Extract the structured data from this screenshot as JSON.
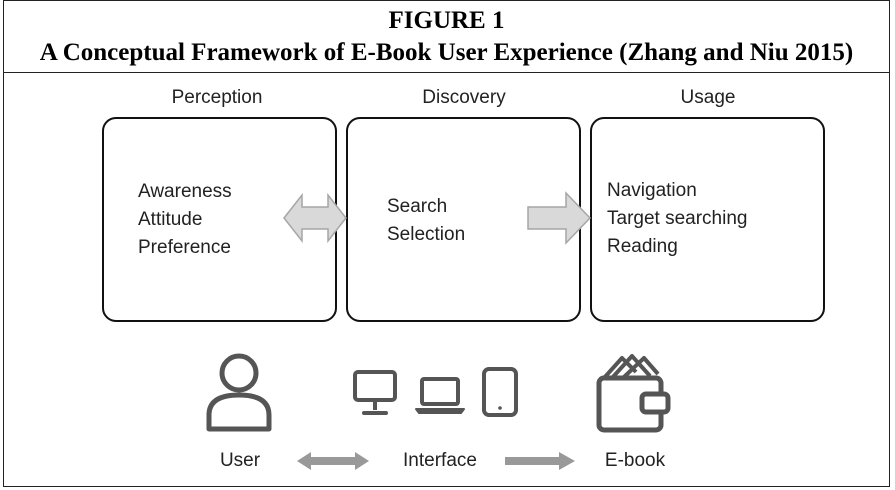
{
  "figure": {
    "label": "FIGURE 1",
    "title": "A Conceptual Framework of E-Book User Experience (Zhang and Niu 2015)"
  },
  "stages": [
    {
      "title": "Perception",
      "items": [
        "Awareness",
        "Attitude",
        "Preference"
      ]
    },
    {
      "title": "Discovery",
      "items": [
        "Search",
        "Selection"
      ]
    },
    {
      "title": "Usage",
      "items": [
        "Navigation",
        "Target searching",
        "Reading"
      ]
    }
  ],
  "bottom": {
    "user_label": "User",
    "interface_label": "Interface",
    "ebook_label": "E-book"
  },
  "icons": {
    "user": "person-outline-icon",
    "monitor": "desktop-monitor-icon",
    "laptop": "laptop-icon",
    "tablet": "tablet-icon",
    "ebook": "wallet-icon"
  },
  "colors": {
    "arrow_fill": "#d9d9d9",
    "arrow_stroke": "#a6a6a6",
    "bottom_arrow": "#999999",
    "icon_stroke": "#555555"
  }
}
